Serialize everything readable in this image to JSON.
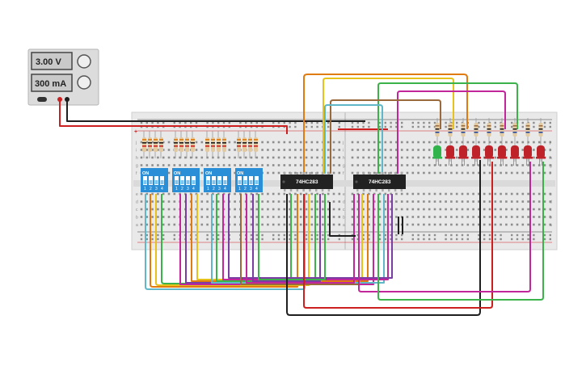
{
  "power_supply": {
    "voltage": "3.00 V",
    "current": "300 mA",
    "colors": {
      "case": "#dcdcdc",
      "display": "#c9c9c9",
      "positive": "#cc1f1f",
      "negative": "#1a1a1a"
    }
  },
  "breadboard": {
    "row_letters_top": [
      "j",
      "i",
      "h",
      "g",
      "f"
    ],
    "row_letters_bottom": [
      "e",
      "d",
      "c",
      "b",
      "a"
    ],
    "rail_signs": [
      "-",
      "+"
    ]
  },
  "chips": [
    {
      "label": "74HC283"
    },
    {
      "label": "74HC283"
    }
  ],
  "dip_switches": [
    {
      "label": "ON",
      "pins": [
        "1",
        "2",
        "3",
        "4"
      ]
    },
    {
      "label": "ON",
      "pins": [
        "1",
        "2",
        "3",
        "4"
      ]
    },
    {
      "label": "ON",
      "pins": [
        "1",
        "2",
        "3",
        "4"
      ]
    },
    {
      "label": "ON",
      "pins": [
        "1",
        "2",
        "3",
        "4"
      ]
    }
  ],
  "leds": {
    "count": 9,
    "colors": [
      "green",
      "red",
      "red",
      "red",
      "red",
      "red",
      "red",
      "red",
      "red"
    ]
  },
  "colors": {
    "wire_orange": "#e07b10",
    "wire_yellow": "#e6c21b",
    "wire_green": "#3cb34a",
    "wire_magenta": "#c1279b",
    "wire_purple": "#7a3ea3",
    "wire_cyan": "#5fb7c8",
    "wire_brown": "#9a6a3c",
    "wire_red": "#cc1f1f",
    "wire_black": "#1f1f1f",
    "switch_blue": "#2a8fd6",
    "led_red": "#c0222a",
    "led_green": "#2fb34a"
  }
}
